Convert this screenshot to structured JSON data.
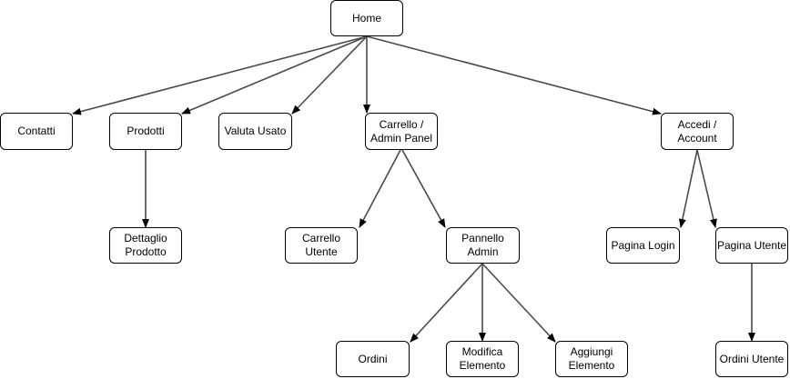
{
  "diagram": {
    "nodes": {
      "home": "Home",
      "contatti": "Contatti",
      "prodotti": "Prodotti",
      "valuta_usato": "Valuta Usato",
      "carrello_admin": "Carrello /\nAdmin Panel",
      "accedi_account": "Accedi /\nAccount",
      "dettaglio_prodotto": "Dettaglio\nProdotto",
      "carrello_utente": "Carrello\nUtente",
      "pannello_admin": "Pannello\nAdmin",
      "pagina_login": "Pagina Login",
      "pagina_utente": "Pagina Utente",
      "ordini": "Ordini",
      "modifica_elemento": "Modifica\nElemento",
      "aggiungi_elemento": "Aggiungi\nElemento",
      "ordini_utente": "Ordini Utente"
    },
    "edges": [
      [
        "home",
        "contatti"
      ],
      [
        "home",
        "prodotti"
      ],
      [
        "home",
        "valuta_usato"
      ],
      [
        "home",
        "carrello_admin"
      ],
      [
        "home",
        "accedi_account"
      ],
      [
        "prodotti",
        "dettaglio_prodotto"
      ],
      [
        "carrello_admin",
        "carrello_utente"
      ],
      [
        "carrello_admin",
        "pannello_admin"
      ],
      [
        "pannello_admin",
        "ordini"
      ],
      [
        "pannello_admin",
        "modifica_elemento"
      ],
      [
        "pannello_admin",
        "aggiungi_elemento"
      ],
      [
        "accedi_account",
        "pagina_login"
      ],
      [
        "accedi_account",
        "pagina_utente"
      ],
      [
        "pagina_utente",
        "ordini_utente"
      ]
    ]
  }
}
